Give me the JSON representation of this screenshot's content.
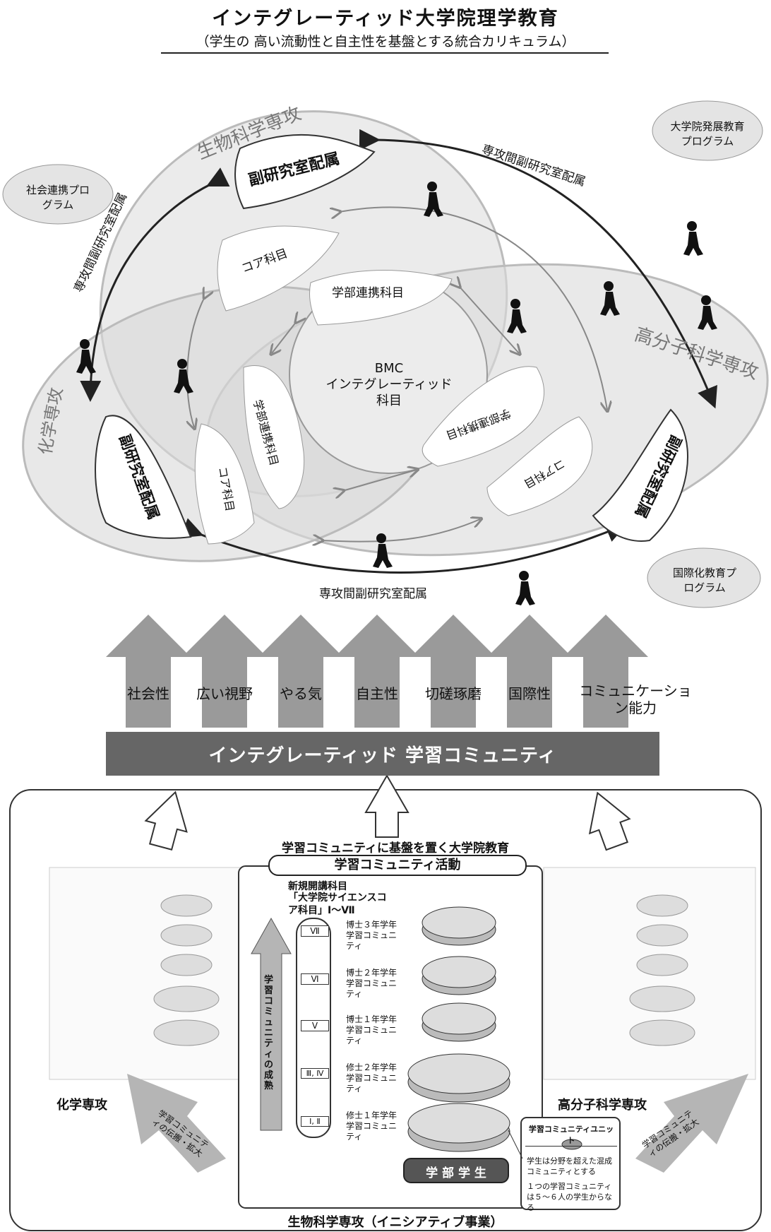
{
  "header": {
    "title": "インテグレーティッド大学院理学教育",
    "subtitle": "（学生の 高い流動性と自主性を基盤とする統合カリキュラム）"
  },
  "majors": {
    "bio": "生物科学専攻",
    "polymer": "高分子科学専攻",
    "chem": "化学専攻"
  },
  "programs": {
    "social": "社会連携プログラム",
    "grad_dev": "大学院発展教育プログラム",
    "intl": "国際化教育プログラム"
  },
  "diagram": {
    "sub_lab": "副研究室配属",
    "core": "コア科目",
    "faculty_link": "学部連携科目",
    "center": [
      "BMC",
      "インテグレーティッド",
      "科目"
    ],
    "inter_major": "専攻間副研究室配属"
  },
  "qualities": [
    "社会性",
    "広い視野",
    "やる気",
    "自主性",
    "切磋琢磨",
    "国際性",
    "コミュニケーション能力"
  ],
  "community_band": "インテグレーティッド 学習コミュニティ",
  "bottom": {
    "heading": "学習コミュニティに基盤を置く大学院教育",
    "activity": "学習コミュニティ活動",
    "new_course": "新規開講科目",
    "course_name": "「大学院サイエンスコア科目」Ⅰ～Ⅶ",
    "maturity": "学習コミュニティの成熟",
    "levels": [
      {
        "roman": "Ⅶ",
        "text": "博士３年学年学習コミュニティ"
      },
      {
        "roman": "Ⅵ",
        "text": "博士２年学年学習コミュニティ"
      },
      {
        "roman": "Ⅴ",
        "text": "博士１年学年学習コミュニティ"
      },
      {
        "roman": "Ⅲ, Ⅳ",
        "text": "修士２年学年学習コミュニティ"
      },
      {
        "roman": "Ⅰ, Ⅱ",
        "text": "修士１年学年学習コミュニティ"
      }
    ],
    "undergrad": "学 部 学 生",
    "unit_title": "学習コミュニティユニット",
    "unit_note1": "学生は分野を超えた混成コミュニティとする",
    "unit_note2": "１つの学習コミュニティは５〜６人の学生からなる",
    "chem_label": "化学専攻",
    "polymer_label": "高分子科学専攻",
    "bio_label": "生物科学専攻（イニシアティブ事業）",
    "spread": "学習コミュニティの伝搬・拡大"
  },
  "colors": {
    "band": "#666666",
    "arrow": "#9a9a9a",
    "zone": "#dcdcdc"
  }
}
